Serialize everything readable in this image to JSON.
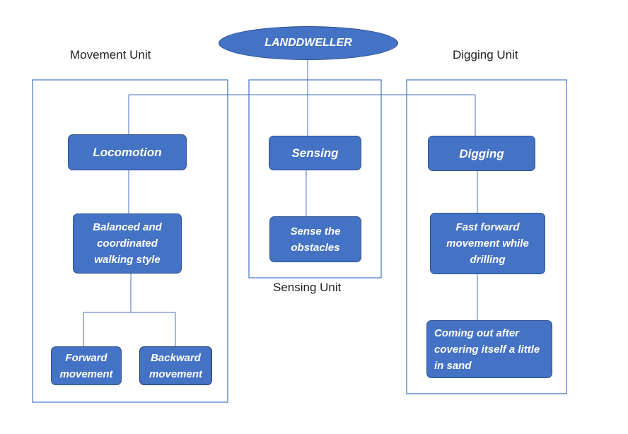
{
  "colors": {
    "node_fill": "#4472C4",
    "node_border": "#2F528F",
    "line": "#4472C4"
  },
  "root": {
    "label": "LANDDWELLER"
  },
  "units": {
    "movement": {
      "label": "Movement Unit"
    },
    "sensing": {
      "label": "Sensing Unit"
    },
    "digging": {
      "label": "Digging Unit"
    }
  },
  "nodes": {
    "locomotion": "Locomotion",
    "balanced": "Balanced and\ncoordinated\nwalking style",
    "forward": "Forward\nmovement",
    "backward": "Backward\nmovement",
    "sensing": "Sensing",
    "sense_obstacles": "Sense the\nobstacles",
    "digging": "Digging",
    "fast_forward": "Fast forward\nmovement while\ndrilling",
    "coming_out": "Coming out after\ncovering  itself a little\nin sand"
  }
}
